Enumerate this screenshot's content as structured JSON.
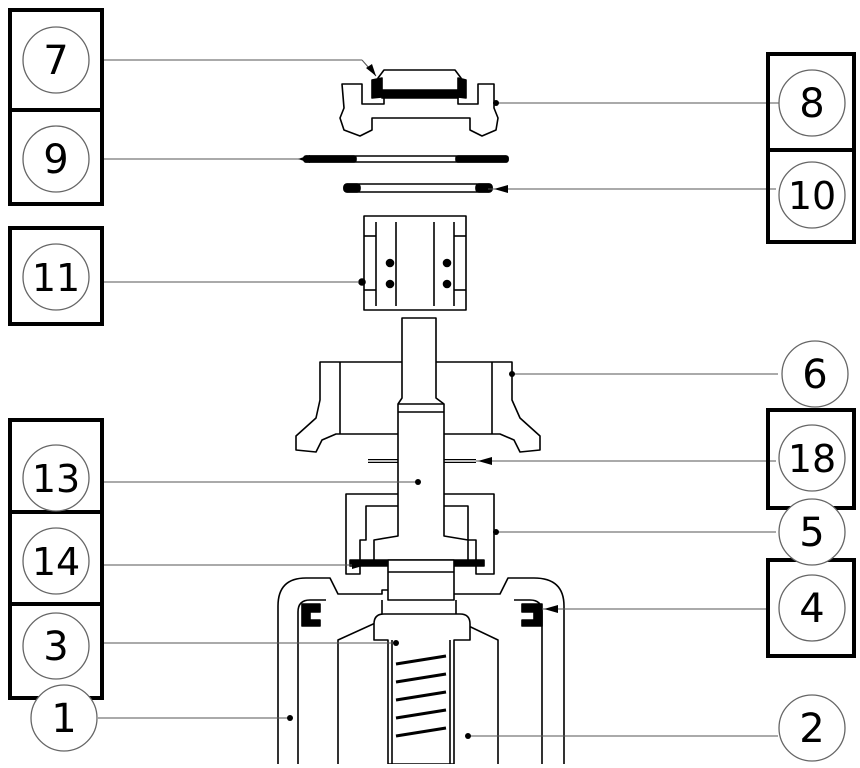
{
  "callouts": [
    {
      "id": "c7",
      "label": "7",
      "boxed": true
    },
    {
      "id": "c9",
      "label": "9",
      "boxed": true
    },
    {
      "id": "c8",
      "label": "8",
      "boxed": true
    },
    {
      "id": "c10",
      "label": "10",
      "boxed": true
    },
    {
      "id": "c11",
      "label": "11",
      "boxed": true
    },
    {
      "id": "c6",
      "label": "6",
      "boxed": false
    },
    {
      "id": "c13",
      "label": "13",
      "boxed": true
    },
    {
      "id": "c18",
      "label": "18",
      "boxed": true
    },
    {
      "id": "c14",
      "label": "14",
      "boxed": true
    },
    {
      "id": "c5",
      "label": "5",
      "boxed": false
    },
    {
      "id": "c4",
      "label": "4",
      "boxed": true
    },
    {
      "id": "c3",
      "label": "3",
      "boxed": true
    },
    {
      "id": "c1",
      "label": "1",
      "boxed": false
    },
    {
      "id": "c2",
      "label": "2",
      "boxed": false
    }
  ],
  "colors": {
    "ink": "#000000",
    "leader": "#555555",
    "circle": "#666666",
    "paper": "#ffffff"
  }
}
